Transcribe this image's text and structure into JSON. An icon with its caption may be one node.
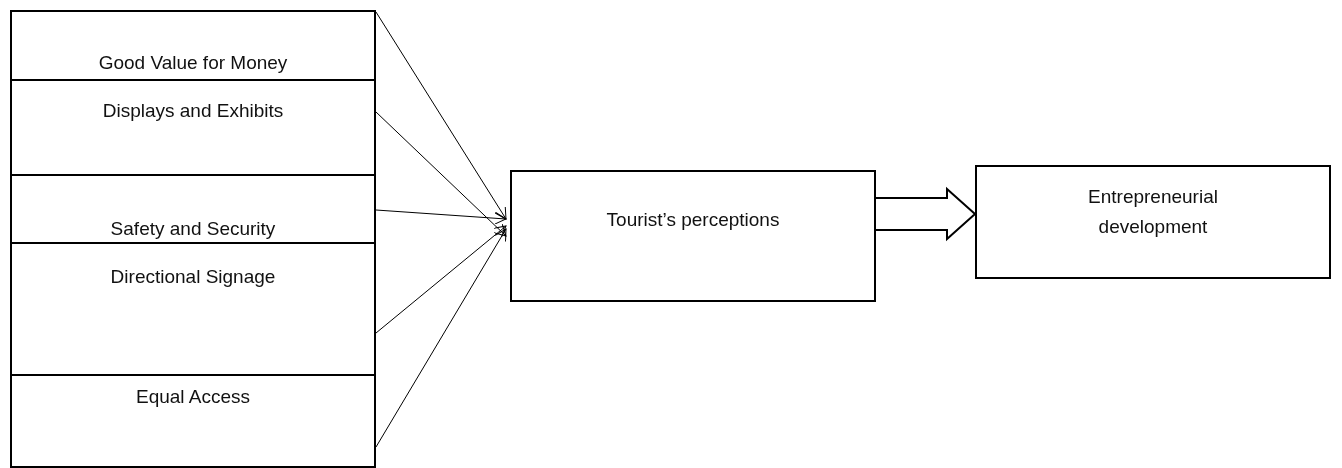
{
  "diagram": {
    "nodes": [
      {
        "text": [
          "Good Value for Money"
        ]
      },
      {
        "text": [
          "Displays and Exhibits"
        ]
      },
      {
        "text": [
          "Safety and Security"
        ]
      },
      {
        "text": [
          "Directional Signage"
        ]
      },
      {
        "text": [
          "Equal Access"
        ]
      },
      {
        "text": [
          "Tourist’s perceptions"
        ]
      },
      {
        "text": [
          "Entrepreneurial development"
        ]
      }
    ],
    "edges": [
      {
        "from": 0,
        "to": 5,
        "arrow": "to"
      },
      {
        "from": 1,
        "to": 5,
        "arrow": "to"
      },
      {
        "from": 2,
        "to": 5,
        "arrow": "to"
      },
      {
        "from": 3,
        "to": 5,
        "arrow": "to"
      },
      {
        "from": 4,
        "to": 5,
        "arrow": "to"
      },
      {
        "from": 5,
        "to": 6,
        "arrow": "to",
        "style": "thick"
      }
    ]
  }
}
